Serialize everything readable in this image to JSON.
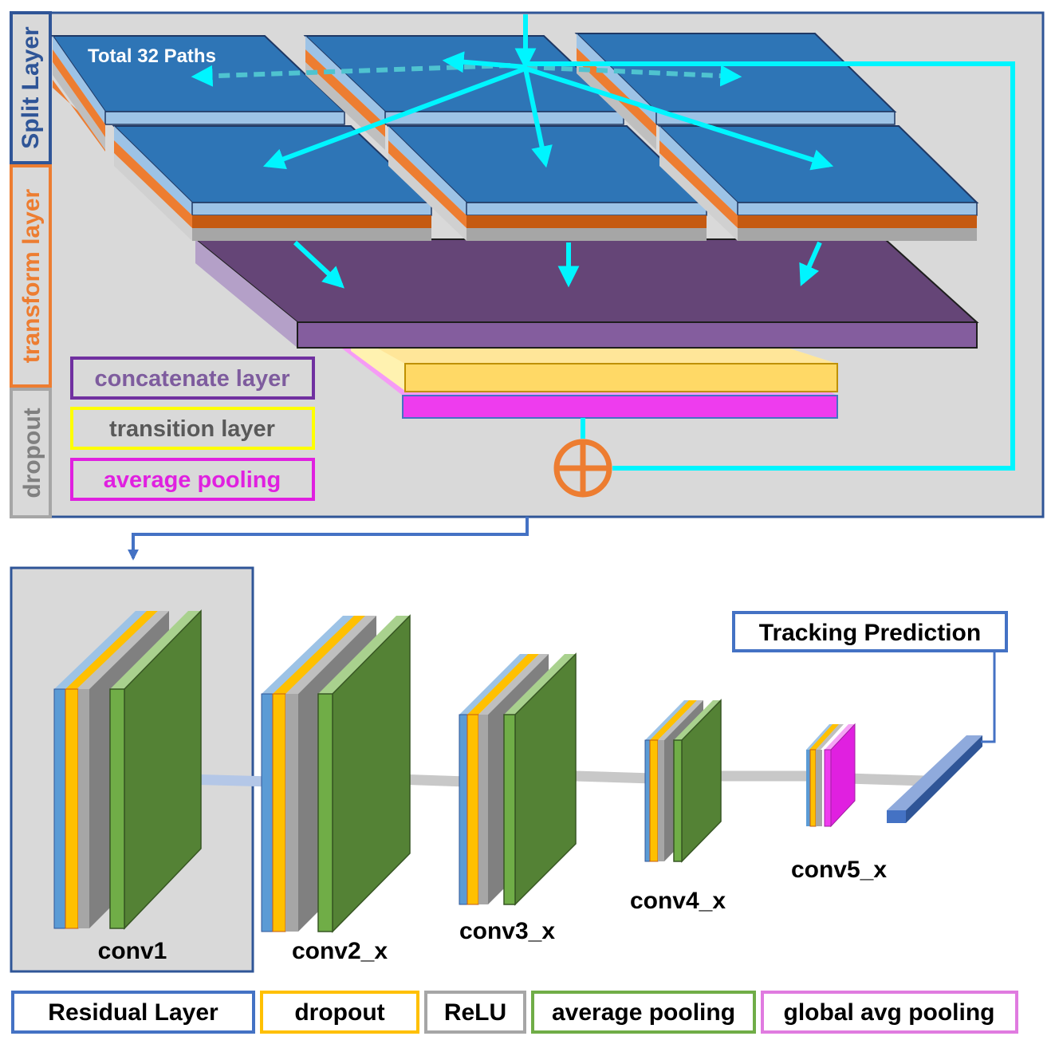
{
  "top": {
    "side_labels": {
      "split": "Split Layer",
      "transform": "transform layer",
      "dropout": "dropout"
    },
    "paths_label": "Total 32 Paths",
    "legend": {
      "concat": "concatenate layer",
      "transition": "transition layer",
      "avgpool": "average pooling"
    }
  },
  "bottom": {
    "tracking": "Tracking Prediction",
    "stages": [
      "conv1",
      "conv2_x",
      "conv3_x",
      "conv4_x",
      "conv5_x"
    ],
    "legend": [
      "Residual Layer",
      "dropout",
      "ReLU",
      "average pooling",
      "global avg pooling"
    ]
  },
  "colors": {
    "residual": "#4472C4",
    "dropout": "#FFC000",
    "relu": "#A6A6A6",
    "avgpool": "#70AD47",
    "globalpool": "#E07BE0",
    "concat": "#7E4F96",
    "transition": "#FFD966",
    "pool_magenta": "#EE3CEE",
    "arrow": "#00F5FF",
    "plus": "#ED7D31"
  }
}
